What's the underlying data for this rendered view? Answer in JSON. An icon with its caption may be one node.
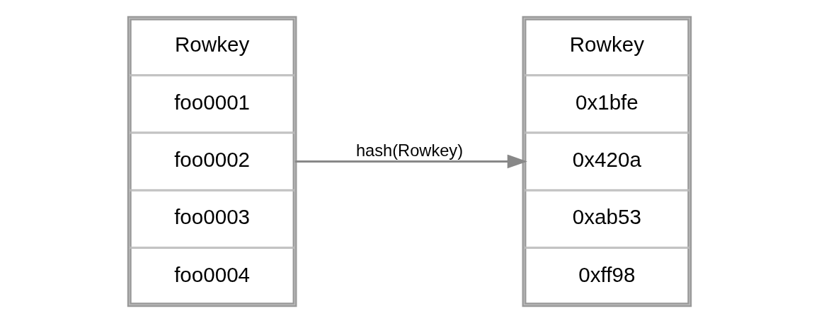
{
  "diagram": {
    "nodes": [
      {
        "text": [],
        "shape": "box"
      },
      {
        "text": [
          "Rowkey"
        ],
        "in": 0
      },
      {
        "text": [
          "foo0001"
        ],
        "in": 0
      },
      {
        "text": [
          "foo0002"
        ],
        "in": 0
      },
      {
        "text": [
          "foo0003"
        ],
        "in": 0
      },
      {
        "text": [
          "foo0004"
        ],
        "in": 0
      },
      {
        "text": [],
        "shape": "box"
      },
      {
        "text": [
          "Rowkey"
        ],
        "in": 6
      },
      {
        "text": [
          "0x1bfe"
        ],
        "in": 6
      },
      {
        "text": [
          "0x420a"
        ],
        "in": 6
      },
      {
        "text": [
          "0xab53"
        ],
        "in": 6
      },
      {
        "text": [
          "0xff98"
        ],
        "in": 6
      }
    ],
    "edges": [
      {
        "from": 0,
        "to": 6,
        "arrow": "to",
        "label": "hash(Rowkey)"
      }
    ]
  }
}
